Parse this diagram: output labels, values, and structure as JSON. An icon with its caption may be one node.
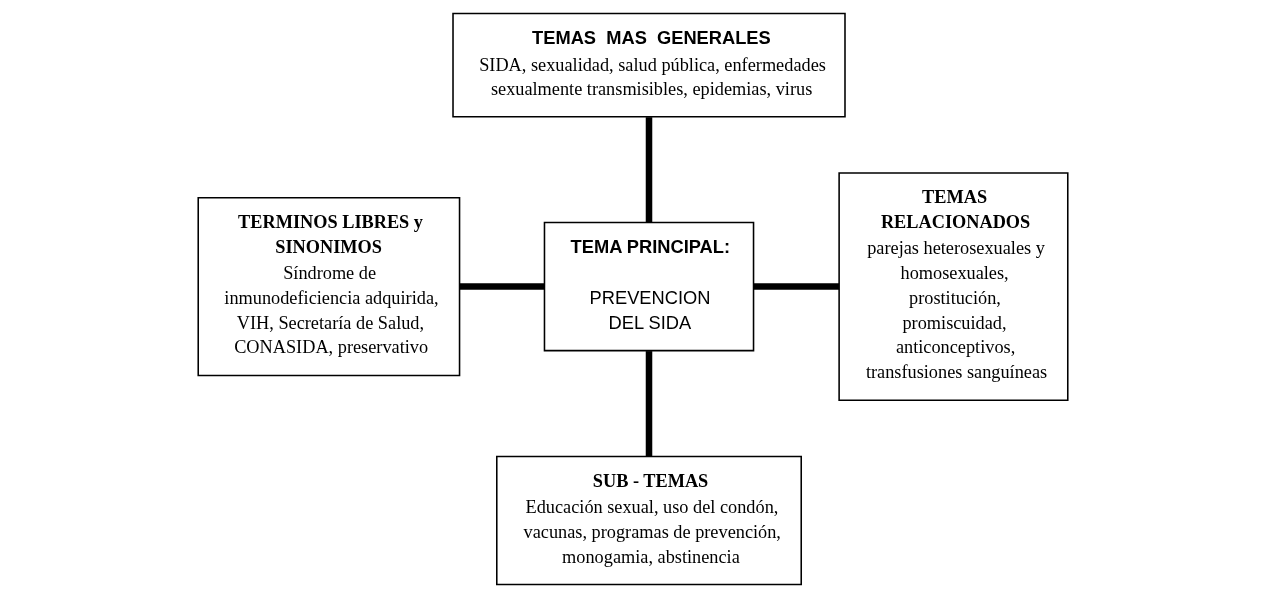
{
  "diagram": {
    "nodes": [
      {
        "text": [
          "TEMAS  MAS  GENERALES",
          "SIDA, sexualidad, salud pública, enfermedades sexualmente transmisibles, epidemias, virus"
        ]
      },
      {
        "text": [
          "TERMINOS LIBRES y SINONIMOS",
          "Síndrome de inmunodeficiencia adquirida, VIH, Secretaría de Salud, CONASIDA, preservativo"
        ]
      },
      {
        "text": [
          "TEMA PRINCIPAL:",
          "PREVENCION DEL SIDA"
        ]
      },
      {
        "text": [
          "TEMAS RELACIONADOS",
          "parejas heterosexuales y homosexuales, prostitución, promiscuidad, anticonceptivos, transfusiones sanguíneas"
        ]
      },
      {
        "text": [
          "SUB - TEMAS",
          "Educación sexual, uso del condón, vacunas, programas de prevención, monogamia, abstinencia"
        ]
      }
    ],
    "edges": [
      {
        "from": 0,
        "to": 2,
        "arrow": "none"
      },
      {
        "from": 1,
        "to": 2,
        "arrow": "none"
      },
      {
        "from": 2,
        "to": 3,
        "arrow": "none"
      },
      {
        "from": 2,
        "to": 4,
        "arrow": "none"
      }
    ]
  }
}
